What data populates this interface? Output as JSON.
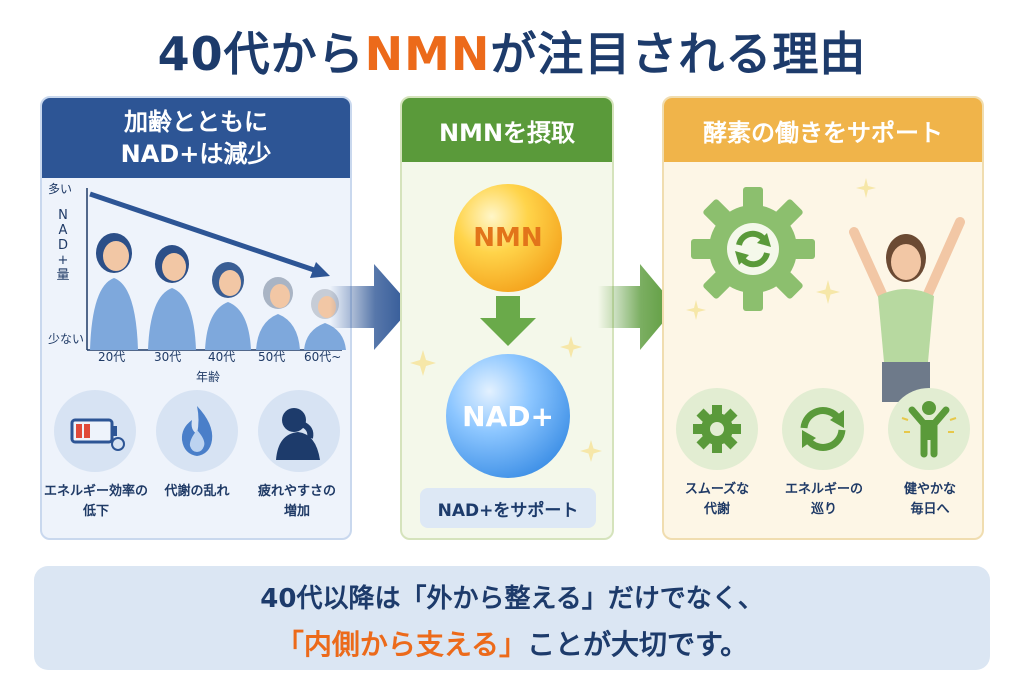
{
  "title": {
    "prefix": "40代から",
    "accent": "NMN",
    "suffix": "が注目される理由"
  },
  "panel1": {
    "heading_line1": "加齢とともに",
    "heading_line2": "NAD+は減少",
    "y_top": "多い",
    "y_bottom": "少ない",
    "y_label": [
      "N",
      "A",
      "D",
      "+",
      "量"
    ],
    "x_ticks": [
      "20代",
      "30代",
      "40代",
      "50代",
      "60代~"
    ],
    "x_label": "年齢",
    "issues": [
      {
        "icon": "battery-low-icon",
        "line1": "エネルギー効率の",
        "line2": "低下"
      },
      {
        "icon": "flame-icon",
        "line1": "代謝の乱れ",
        "line2": ""
      },
      {
        "icon": "tired-person-icon",
        "line1": "疲れやすさの",
        "line2": "増加"
      }
    ]
  },
  "panel2": {
    "heading": "NMNを摂取",
    "sphere_top": "NMN",
    "sphere_bottom": "NAD+",
    "pill": "NAD+をサポート"
  },
  "panel3": {
    "heading": "酵素の働きをサポート",
    "benefits": [
      {
        "icon": "gear-icon",
        "line1": "スムーズな",
        "line2": "代謝"
      },
      {
        "icon": "cycle-arrows-icon",
        "line1": "エネルギーの",
        "line2": "巡り"
      },
      {
        "icon": "healthy-person-icon",
        "line1": "健やかな",
        "line2": "毎日へ"
      }
    ]
  },
  "bottom": {
    "line1": "40代以降は「外から整える」だけでなく、",
    "line2_highlight": "「内側から支える」",
    "line2_rest": "ことが大切です。"
  },
  "colors": {
    "navy": "#1d3b6b",
    "orange": "#ec6a1a",
    "blue_head": "#2d5595",
    "green_head": "#5a9a3a",
    "yellow_head": "#f0b44a"
  }
}
